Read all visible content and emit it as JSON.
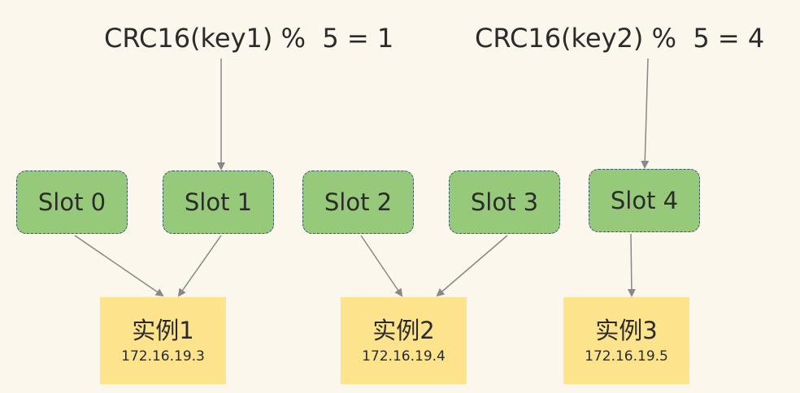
{
  "formulas": [
    {
      "text": "CRC16(key1) %  5 = 1"
    },
    {
      "text": "CRC16(key2) %  5 = 4"
    }
  ],
  "slots": [
    {
      "label": "Slot 0"
    },
    {
      "label": "Slot 1"
    },
    {
      "label": "Slot 2"
    },
    {
      "label": "Slot 3"
    },
    {
      "label": "Slot 4"
    }
  ],
  "instances": [
    {
      "name": "实例1",
      "ip": "172.16.19.3"
    },
    {
      "name": "实例2",
      "ip": "172.16.19.4"
    },
    {
      "name": "实例3",
      "ip": "172.16.19.5"
    }
  ],
  "colors": {
    "background": "#fbf7ed",
    "slot_fill": "#97c97a",
    "slot_border": "#3f5380",
    "instance_fill": "#fce38c",
    "arrow": "#888888"
  }
}
